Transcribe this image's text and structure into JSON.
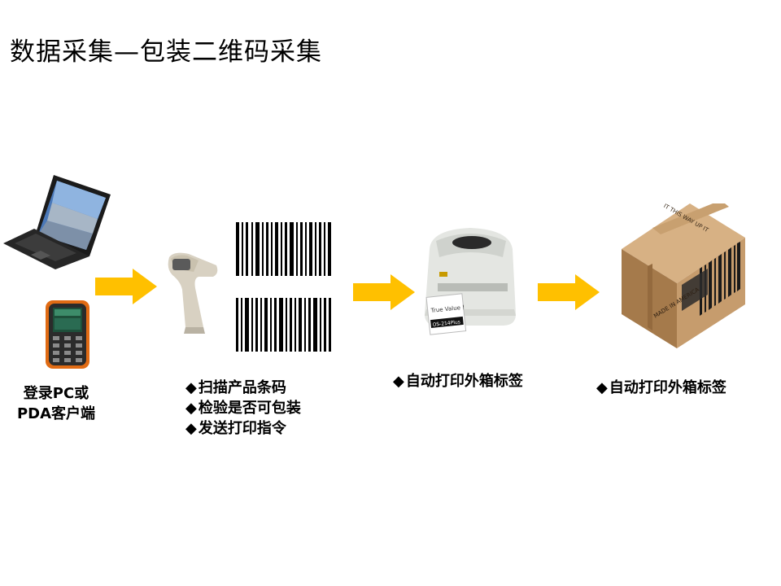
{
  "title": "数据采集—包装二维码采集",
  "captions": {
    "client": [
      "登录PC或",
      "PDA客户端"
    ],
    "scanner": [
      "扫描产品条码",
      "检验是否可包装",
      "发送打印指令"
    ],
    "printer": [
      "自动打印外箱标签"
    ],
    "box": [
      "自动打印外箱标签"
    ]
  },
  "printer_label": {
    "line1": "True Value !",
    "line2": "OS-214Plus"
  },
  "box_print": {
    "top": "IT THIS WAY UP IT",
    "bottom": "MADE IN AMERICA"
  },
  "colors": {
    "arrow": "#FFC000",
    "box": "#C69C6D",
    "box_dark": "#A57A4B",
    "box_top": "#D7B184"
  },
  "icons": [
    "laptop-icon",
    "pda-icon",
    "barcode-scanner-icon",
    "barcode-icon",
    "label-printer-icon",
    "shipping-box-icon",
    "arrow-right-icon"
  ]
}
